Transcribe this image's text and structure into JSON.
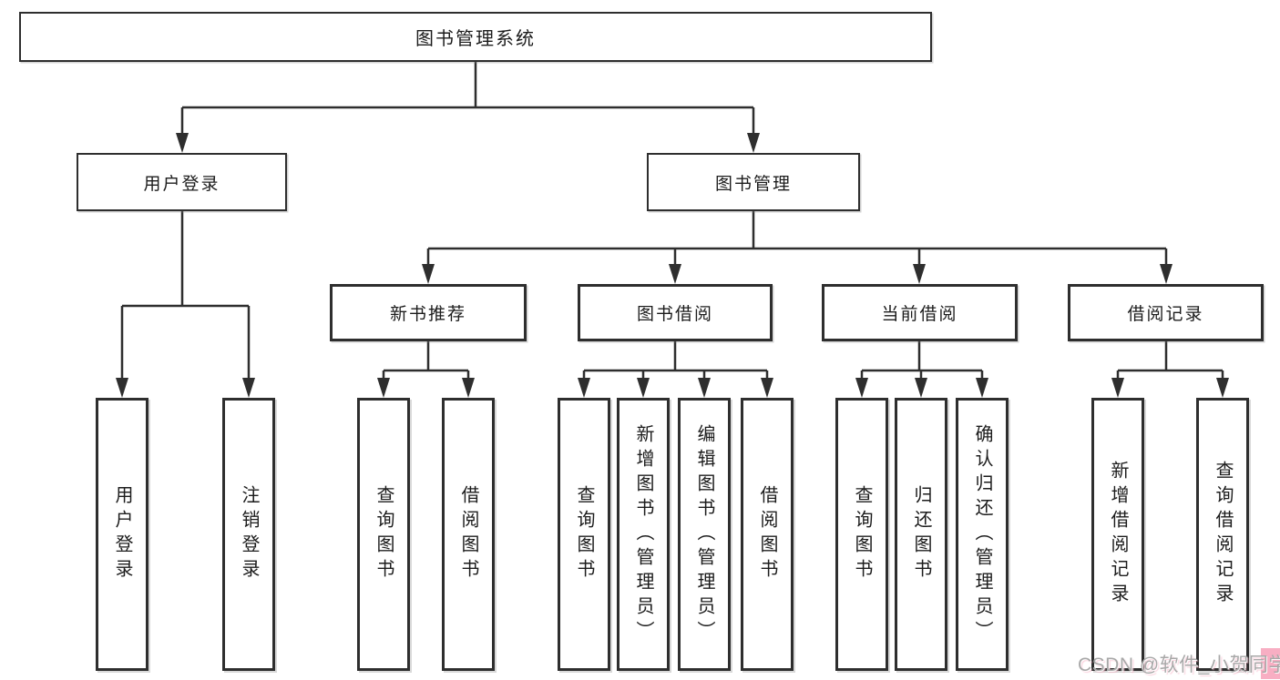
{
  "diagram": {
    "title": "图书管理系统",
    "root": {
      "label": "图书管理系统"
    },
    "level2": [
      {
        "id": "user-login",
        "label": "用户登录"
      },
      {
        "id": "book-management",
        "label": "图书管理"
      }
    ],
    "level3": [
      {
        "id": "new-book-recommend",
        "label": "新书推荐"
      },
      {
        "id": "book-borrowing",
        "label": "图书借阅"
      },
      {
        "id": "current-borrowing",
        "label": "当前借阅"
      },
      {
        "id": "borrowing-records",
        "label": "借阅记录"
      }
    ],
    "leaves": [
      {
        "id": "user-login-leaf",
        "parent": "user-login",
        "label": "用户登录"
      },
      {
        "id": "logout",
        "parent": "user-login",
        "label": "注销登录"
      },
      {
        "id": "query-books-a",
        "parent": "new-book-recommend",
        "label": "查询图书"
      },
      {
        "id": "borrow-books-a",
        "parent": "new-book-recommend",
        "label": "借阅图书"
      },
      {
        "id": "query-books-b",
        "parent": "book-borrowing",
        "label": "查询图书"
      },
      {
        "id": "add-books-admin",
        "parent": "book-borrowing",
        "label": "新增图书（管理员）"
      },
      {
        "id": "edit-books-admin",
        "parent": "book-borrowing",
        "label": "编辑图书（管理员）"
      },
      {
        "id": "borrow-books-b",
        "parent": "book-borrowing",
        "label": "借阅图书"
      },
      {
        "id": "query-books-c",
        "parent": "current-borrowing",
        "label": "查询图书"
      },
      {
        "id": "return-books",
        "parent": "current-borrowing",
        "label": "归还图书"
      },
      {
        "id": "confirm-return-admin",
        "parent": "current-borrowing",
        "label": "确认归还（管理员）"
      },
      {
        "id": "add-borrow-record",
        "parent": "borrowing-records",
        "label": "新增借阅记录"
      },
      {
        "id": "query-borrow-record",
        "parent": "borrowing-records",
        "label": "查询借阅记录"
      }
    ],
    "watermark": "CSDN @软件_小贺同学",
    "colors": {
      "line": "#2e2e2e",
      "box_border": "#2e2e2e",
      "box_background": "#ffffff",
      "text": "#1c1c1c",
      "watermark_text": "#a8a8a8",
      "watermark_accent": "#f8aec3"
    }
  }
}
